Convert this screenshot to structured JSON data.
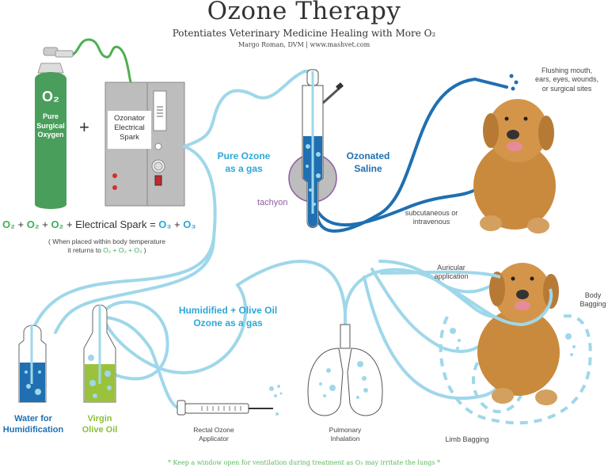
{
  "header": {
    "title": "Ozone Therapy",
    "subtitle": "Potentiates Veterinary Medicine Healing with More O₂",
    "byline": "Margo Roman, DVM  |  www.mashvet.com"
  },
  "oxygen_tank": {
    "formula": "O₂",
    "label_line1": "Pure",
    "label_line2": "Surgical",
    "label_line3": "Oxygen",
    "color": "#4a9e5c"
  },
  "plus_sign": "+",
  "ozonator": {
    "label_line1": "Ozonator",
    "label_line2": "Electrical",
    "label_line3": "Spark"
  },
  "equation": {
    "o2_a": "O₂",
    "plus1": " + ",
    "o2_b": "O₂",
    "plus2": " + ",
    "o2_c": "O₂",
    "spark": " + Electrical Spark = ",
    "o3_a": "O₃",
    "plus3": " + ",
    "o3_b": "O₃"
  },
  "equation_note": {
    "line1": "( When placed within body temperature",
    "line2_prefix": "it returns to ",
    "line2_formula": "O₂ + O₂ + O₂",
    "line2_suffix": " )"
  },
  "flows": {
    "pure_ozone_line1": "Pure Ozone",
    "pure_ozone_line2": "as a gas",
    "ozonated_line1": "Ozonated",
    "ozonated_line2": "Saline",
    "tachyon": "tachyon",
    "humidified_line1": "Humidified + Olive Oil",
    "humidified_line2": "Ozone as a gas"
  },
  "applications": {
    "flushing_line1": "Flushing mouth,",
    "flushing_line2": "ears, eyes, wounds,",
    "flushing_line3": "or surgical sites",
    "subq_line1": "subcutaneous or",
    "subq_line2": "intravenous",
    "auricular_line1": "Auricular",
    "auricular_line2": "application",
    "body_bagging_line1": "Body",
    "body_bagging_line2": "Bagging",
    "limb_bagging": "Limb Bagging",
    "rectal_line1": "Rectal Ozone",
    "rectal_line2": "Applicator",
    "pulmonary_line1": "Pulmonary",
    "pulmonary_line2": "Inhalation"
  },
  "bottles": {
    "water_line1": "Water for",
    "water_line2": "Humidification",
    "olive_line1": "Virgin",
    "olive_line2": "Olive Oil"
  },
  "footer": "* Keep a window open for ventilation during treatment as O₃ may irritate the lungs *",
  "colors": {
    "ozone_light_blue": "#9fd7ea",
    "saline_dark_blue": "#1f6fb2",
    "oxygen_green": "#4a9e5c",
    "olive_green": "#9bc23c",
    "tachyon_purple": "#8e5ea2",
    "ozonator_gray": "#bdbdbd"
  }
}
